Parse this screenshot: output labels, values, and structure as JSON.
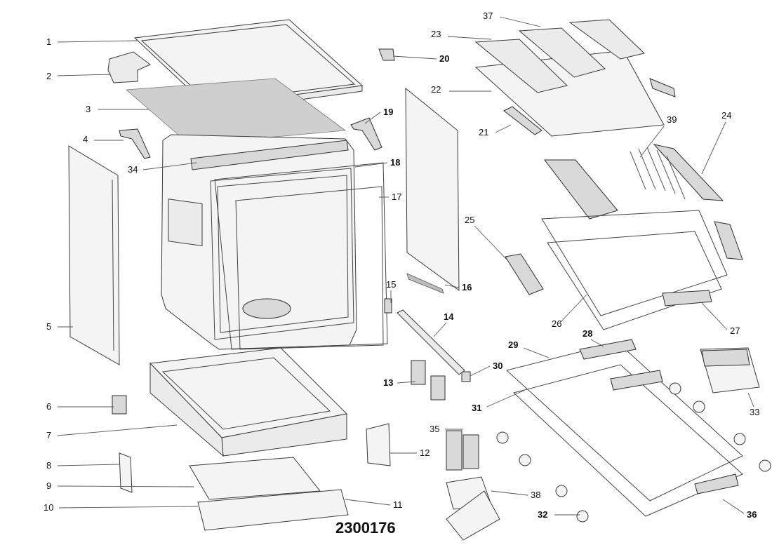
{
  "diagram": {
    "part_number": "2300176",
    "callouts": [
      {
        "label": "1",
        "bold": false
      },
      {
        "label": "2",
        "bold": false
      },
      {
        "label": "3",
        "bold": false
      },
      {
        "label": "4",
        "bold": false
      },
      {
        "label": "5",
        "bold": false
      },
      {
        "label": "6",
        "bold": false
      },
      {
        "label": "7",
        "bold": false
      },
      {
        "label": "8",
        "bold": false
      },
      {
        "label": "9",
        "bold": false
      },
      {
        "label": "10",
        "bold": false
      },
      {
        "label": "11",
        "bold": false
      },
      {
        "label": "12",
        "bold": false
      },
      {
        "label": "13",
        "bold": true
      },
      {
        "label": "14",
        "bold": true
      },
      {
        "label": "15",
        "bold": false
      },
      {
        "label": "16",
        "bold": true
      },
      {
        "label": "17",
        "bold": false
      },
      {
        "label": "18",
        "bold": true
      },
      {
        "label": "19",
        "bold": true
      },
      {
        "label": "20",
        "bold": true
      },
      {
        "label": "21",
        "bold": false
      },
      {
        "label": "22",
        "bold": false
      },
      {
        "label": "23",
        "bold": false
      },
      {
        "label": "24",
        "bold": false
      },
      {
        "label": "25",
        "bold": false
      },
      {
        "label": "26",
        "bold": false
      },
      {
        "label": "27",
        "bold": false
      },
      {
        "label": "28",
        "bold": true
      },
      {
        "label": "29",
        "bold": true
      },
      {
        "label": "30",
        "bold": true
      },
      {
        "label": "31",
        "bold": true
      },
      {
        "label": "32",
        "bold": true
      },
      {
        "label": "33",
        "bold": false
      },
      {
        "label": "34",
        "bold": false
      },
      {
        "label": "35",
        "bold": false
      },
      {
        "label": "36",
        "bold": true
      },
      {
        "label": "37",
        "bold": false
      },
      {
        "label": "38",
        "bold": false
      },
      {
        "label": "39",
        "bold": false
      }
    ]
  }
}
